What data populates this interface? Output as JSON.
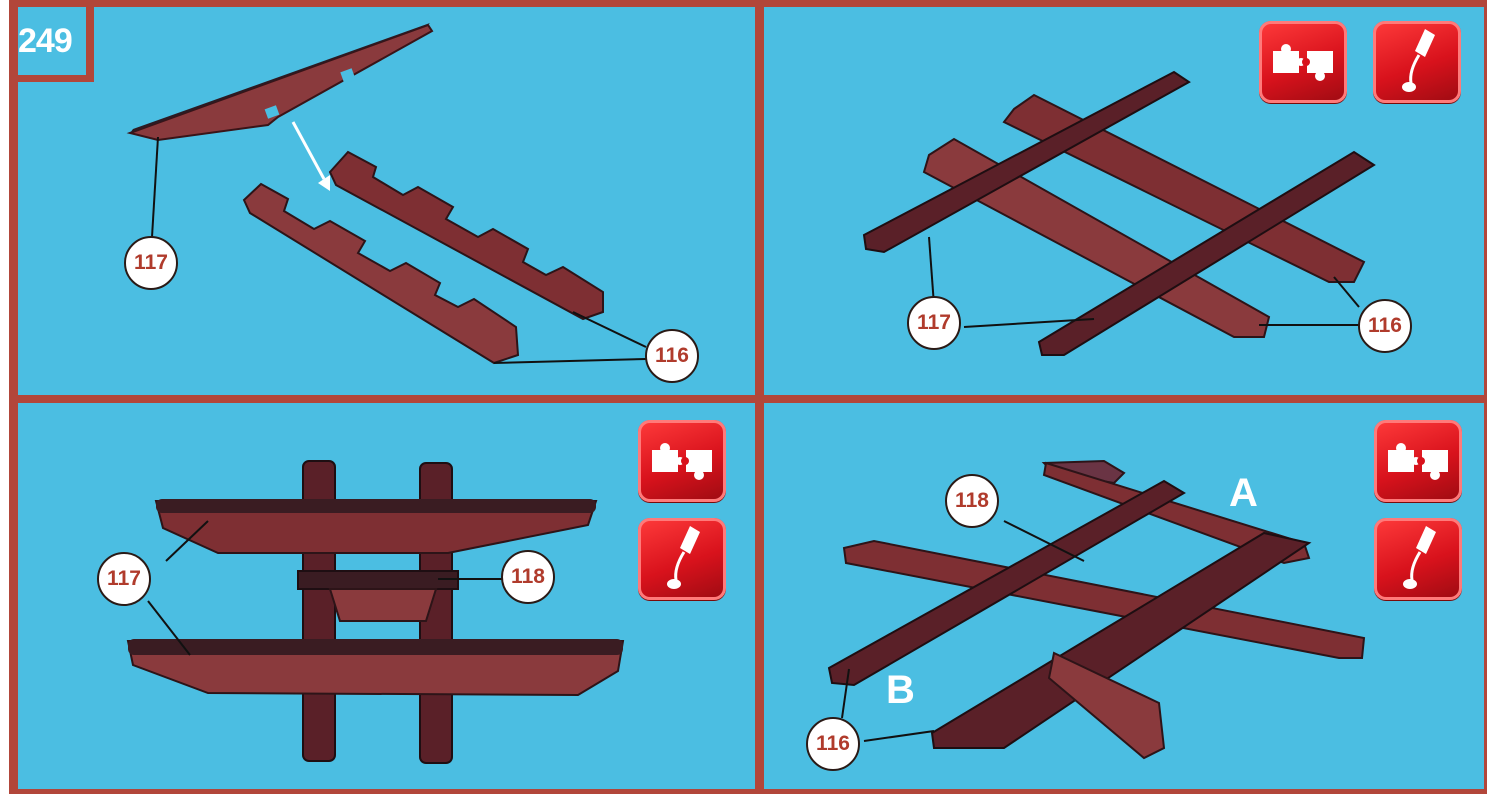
{
  "step": {
    "number": "249"
  },
  "panels": [
    {
      "callouts": [
        "117",
        "116"
      ]
    },
    {
      "callouts": [
        "117",
        "116"
      ],
      "icons": [
        "puzzle-assemble-icon",
        "glue-bottle-icon"
      ]
    },
    {
      "callouts": [
        "117",
        "118"
      ],
      "icons": [
        "puzzle-assemble-icon",
        "glue-bottle-icon"
      ]
    },
    {
      "callouts": [
        "118",
        "116"
      ],
      "letters": [
        "A",
        "B"
      ],
      "icons": [
        "puzzle-assemble-icon",
        "glue-bottle-icon"
      ]
    }
  ],
  "colors": {
    "frame": "#b2463a",
    "background": "#4bbee2",
    "wood": "#7e2f33",
    "icon_red": "#d8121c"
  }
}
